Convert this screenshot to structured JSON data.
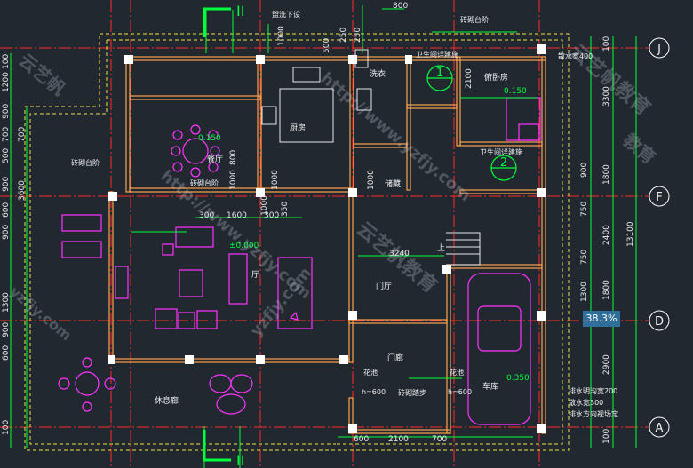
{
  "colors": {
    "background": "#212830",
    "wall": "#ffa24a",
    "outer_wall": "#f0e040",
    "axis": "#ff2a2a",
    "furniture": "#ff33ff",
    "dimension": "#ffffff",
    "green": "#00ff3c",
    "column": "#ffffff",
    "badge": "#2f6f9a"
  },
  "axes": {
    "J": "J",
    "F": "F",
    "D": "D",
    "A": "A"
  },
  "section_marks": {
    "top": "II",
    "bottom": "II"
  },
  "rooms": {
    "kitchen": "厨房",
    "dining": "餐厅",
    "living": "厅",
    "foyer": "门厅",
    "bedroom": "俯卧房",
    "storage": "储藏",
    "wash": "洗衣",
    "garage": "车库",
    "porch": "门廊",
    "leisure": "休息廊",
    "sanitary_top": "卫生间详建施",
    "sanitary_bottom": "卫生间详建施",
    "stairs_up": "上"
  },
  "markers": {
    "bath_1": "1",
    "bath_2": "2"
  },
  "annotations": {
    "sink_setting": "盥洗下设",
    "step_top": "砖砌台阶",
    "step_dining": "砖砌台阶",
    "step_left": "砖砌台阶",
    "step_porch": "砖砌踏步",
    "scatter_top": "散水宽400",
    "planter_left": "花池",
    "planter_right": "花池",
    "h_left": "h=600",
    "h_right": "h=600",
    "drain_note_1": "排水明沟宽200",
    "drain_note_2": "散水宽300",
    "drain_note_3": "排水方向视场定"
  },
  "elevations": {
    "dining": "0.150",
    "bedroom": "0.150",
    "living": "±0.000",
    "garage": "0.350"
  },
  "dimensions": {
    "top_800": "800",
    "top_1000": "1000",
    "top_500": "500",
    "top_250a": "250",
    "top_250b": "250",
    "top_2100": "2100",
    "dining_800": "800",
    "dining_1000": "1000",
    "kitchen_1000": "1000",
    "storage_1000": "1000",
    "hall_1000": "1000",
    "hall_350": "350",
    "living_300a": "300",
    "living_1600": "1600",
    "living_300b": "300",
    "foyer_3240": "3240",
    "bottom_600": "600",
    "bottom_2100": "2100",
    "bottom_700": "700",
    "right_3300": "3300",
    "right_900": "900",
    "right_1800a": "1800",
    "right_750a": "750",
    "right_2400": "2400",
    "right_750b": "750",
    "right_1800b": "1800",
    "right_13100": "13100",
    "right_1300": "1300",
    "right_2900": "2900",
    "right_100a": "100",
    "right_100b": "100",
    "left_1200": "1200",
    "left_3600": "3600",
    "left_900a": "900",
    "left_700a": "700",
    "left_500": "500",
    "left_900b": "900",
    "left_600": "600",
    "left_900c": "900",
    "left_1300": "1300",
    "left_900d": "900",
    "left_600b": "600",
    "left_100": "100",
    "left_700b": "700",
    "left_100b": "100"
  },
  "watermarks": {
    "w1": "http://www.yzfjy.com",
    "w2": "http://www.yzfjy.com",
    "w3": "云艺帆教育",
    "w4": "云艺帆教育",
    "w5": "yzfjy.com",
    "w6": "云艺帆",
    "w7": "教育",
    "w8": "yzfjy.com"
  },
  "zoom": "38.3%"
}
